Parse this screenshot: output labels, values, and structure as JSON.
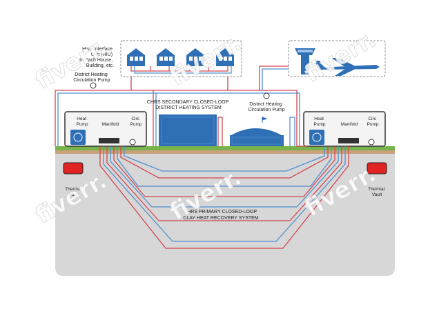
{
  "labels": {
    "hiu": [
      "Heat Interface",
      "Unit (HIU)",
      "In Each House,",
      "Building, etc."
    ],
    "dh_pump_top": [
      "District Heating",
      "Circulation Pump"
    ],
    "secondary_loop": [
      "CHRS SECONDARY CLOSED-LOOP",
      "DISTRICT HEATING SYSTEM"
    ],
    "dh_pump_mid": [
      "District Heating",
      "Circulation Pump"
    ],
    "left_heat_pump": [
      "Heat",
      "Pump"
    ],
    "left_manifold": "Manifold",
    "left_circ_pump": [
      "Circ",
      "Pump"
    ],
    "right_heat_pump": [
      "Heat",
      "Pump"
    ],
    "right_manifold": "Manifold",
    "right_circ_pump": [
      "Circ",
      "Pump"
    ],
    "left_vault": [
      "Thermal",
      "Vault"
    ],
    "right_vault": [
      "Thermal",
      "Vault"
    ],
    "primary_loop": [
      "CHRS PRIMARY CLOSED-LOOP",
      "CLAY HEAT RECOVERY SYSTEM"
    ]
  },
  "watermark": "fiverr.",
  "colors": {
    "supply": "#d0454f",
    "return": "#4f8fd0",
    "building": "#2f6fb6",
    "ground": "#d7d7d7",
    "grass": "#77b34a",
    "soil": "#c9a27c",
    "vault": "#e02424"
  }
}
